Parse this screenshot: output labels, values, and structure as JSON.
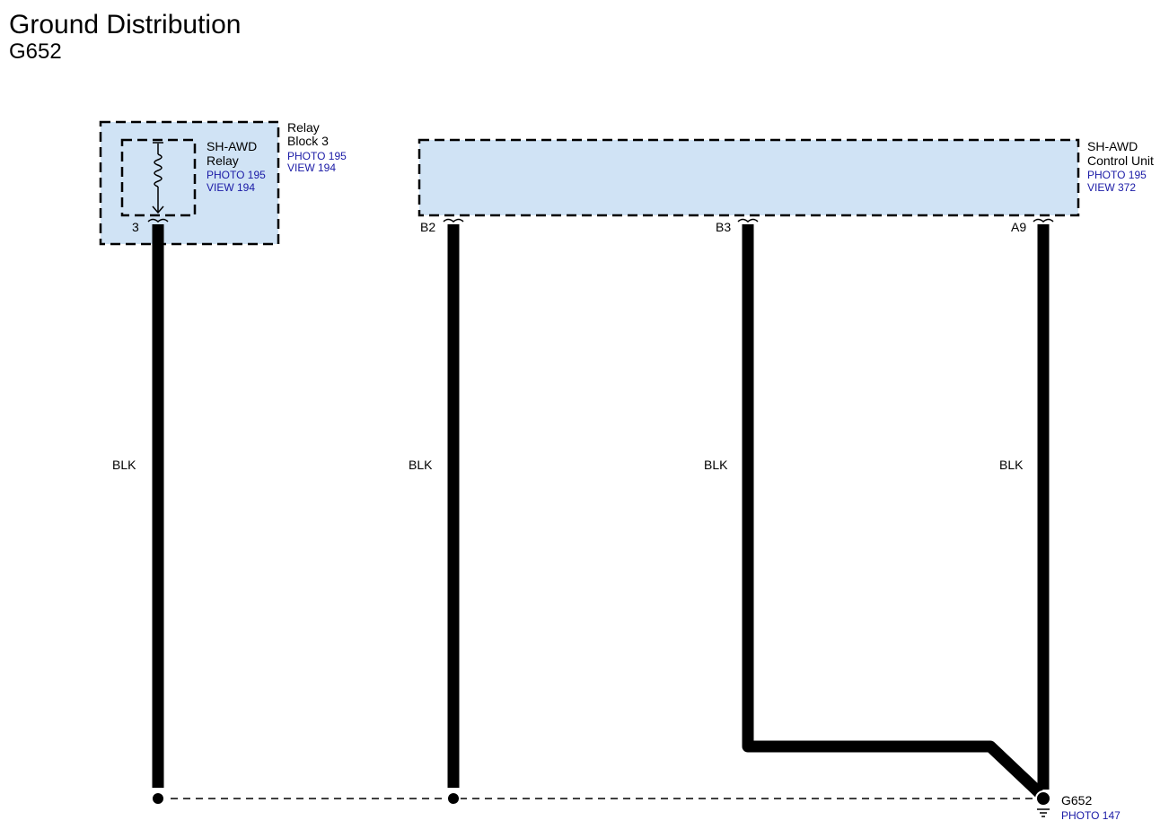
{
  "title": "Ground Distribution",
  "subtitle": "G652",
  "colors": {
    "component_fill": "#d0e3f5",
    "reference_text": "#1a1aa6",
    "wire": "#000000"
  },
  "components": {
    "relay_block": {
      "name_line1": "Relay",
      "name_line2": "Block 3",
      "photo_ref": "PHOTO 195",
      "view_ref": "VIEW 194"
    },
    "relay": {
      "name_line1": "SH-AWD",
      "name_line2": "Relay",
      "photo_ref": "PHOTO 195",
      "view_ref": "VIEW 194",
      "icon": "relay-coil-icon"
    },
    "control_unit": {
      "name_line1": "SH-AWD",
      "name_line2": "Control Unit",
      "photo_ref": "PHOTO 195",
      "view_ref": "VIEW 372"
    }
  },
  "pins": {
    "relay_pin": "3",
    "b2": "B2",
    "b3": "B3",
    "a9": "A9"
  },
  "wires": [
    {
      "from": "3",
      "color_code": "BLK"
    },
    {
      "from": "B2",
      "color_code": "BLK"
    },
    {
      "from": "B3",
      "color_code": "BLK"
    },
    {
      "from": "A9",
      "color_code": "BLK"
    }
  ],
  "ground": {
    "name": "G652",
    "photo_ref": "PHOTO 147",
    "icon": "ground-symbol-icon"
  }
}
